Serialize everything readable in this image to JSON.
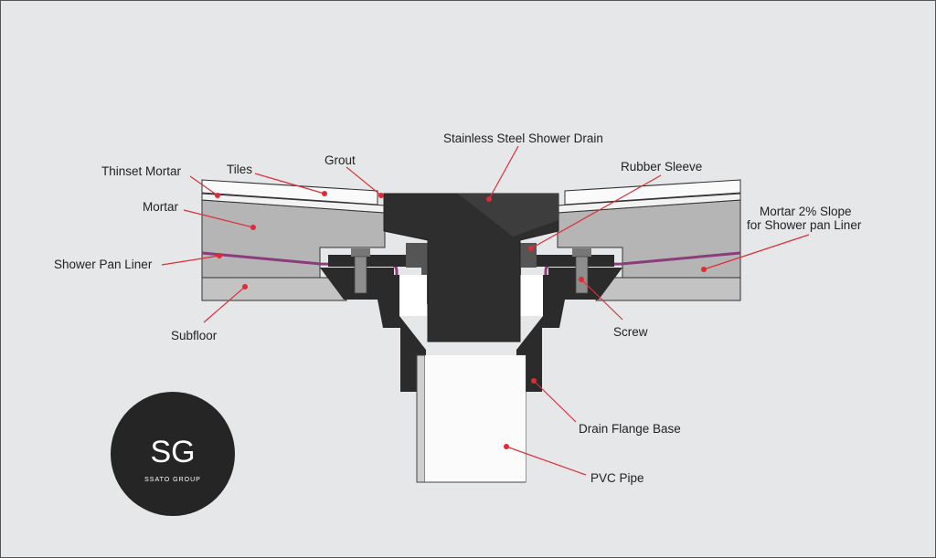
{
  "diagram": {
    "labels": {
      "thinset": "Thinset Mortar",
      "tiles": "Tiles",
      "grout": "Grout",
      "drain": "Stainless Steel Shower Drain",
      "rubber": "Rubber Sleeve",
      "mortar": "Mortar",
      "slope_1": "Mortar 2% Slope",
      "slope_2": "for Shower pan Liner",
      "liner": "Shower Pan Liner",
      "subfloor": "Subfloor",
      "screw": "Screw",
      "flange": "Drain Flange Base",
      "pvc": "PVC Pipe"
    },
    "colors": {
      "leader": "#d9303a",
      "metal": "#2b2b2b",
      "liner": "#8a3d7a",
      "mortar": "#b5b5b5"
    }
  },
  "logo": {
    "monogram": "SG",
    "name": "SSATO GROUP"
  }
}
